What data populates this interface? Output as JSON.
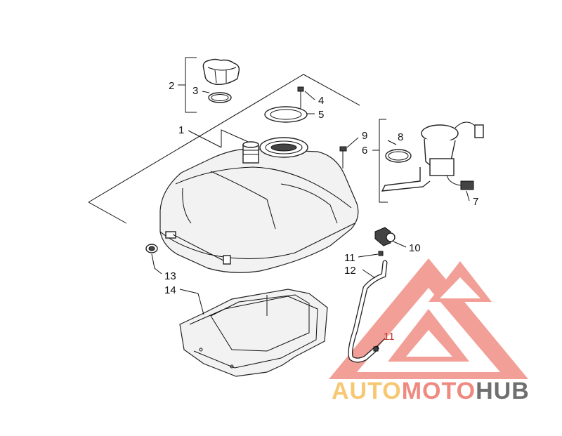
{
  "diagram": {
    "callouts": [
      {
        "id": "c1",
        "label": "1"
      },
      {
        "id": "c2",
        "label": "2"
      },
      {
        "id": "c3",
        "label": "3"
      },
      {
        "id": "c4",
        "label": "4"
      },
      {
        "id": "c5",
        "label": "5"
      },
      {
        "id": "c6",
        "label": "6"
      },
      {
        "id": "c7",
        "label": "7"
      },
      {
        "id": "c8",
        "label": "8"
      },
      {
        "id": "c9",
        "label": "9"
      },
      {
        "id": "c10",
        "label": "10"
      },
      {
        "id": "c11a",
        "label": "11"
      },
      {
        "id": "c11b",
        "label": "11"
      },
      {
        "id": "c12",
        "label": "12"
      },
      {
        "id": "c13",
        "label": "13"
      },
      {
        "id": "c14",
        "label": "14"
      }
    ]
  },
  "watermark": {
    "text_part1": "AUTO",
    "text_part2": "MOTO",
    "text_part3": "HUB",
    "color_auto": "#f7c873",
    "color_moto": "#f08a80",
    "color_hub": "#6f6f6f",
    "logo_color": "#ef8f86"
  }
}
